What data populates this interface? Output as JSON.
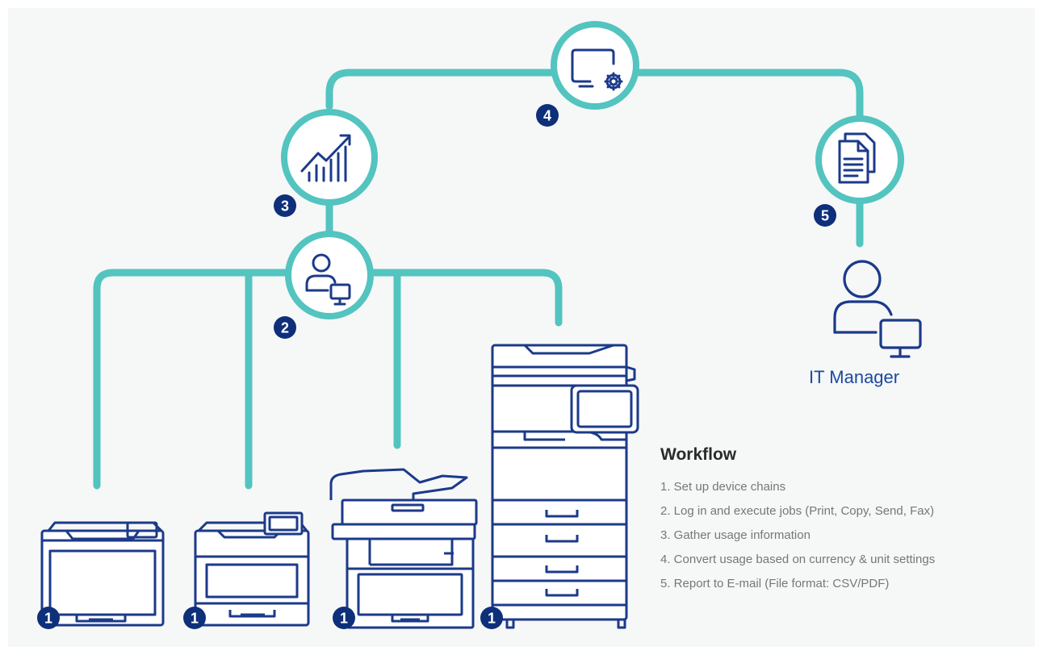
{
  "workflow": {
    "title": "Workflow",
    "steps": [
      "1. Set up device chains",
      "2. Log in and execute jobs (Print, Copy, Send, Fax)",
      "3. Gather usage information",
      "4. Convert usage based on currency & unit settings",
      "5. Report to E-mail (File format: CSV/PDF)"
    ]
  },
  "it_manager": {
    "label": "IT Manager"
  },
  "badges": {
    "device1": "1",
    "device2": "1",
    "device3": "1",
    "device4": "1",
    "user": "2",
    "analytics": "3",
    "settings": "4",
    "report": "5"
  },
  "icons": {
    "analytics": "chart-growth-icon",
    "user": "user-monitor-icon",
    "settings": "monitor-gear-icon",
    "report": "document-icon",
    "manager": "user-monitor-icon"
  },
  "colors": {
    "connector": "#53c4bf",
    "navy": "#1b3a8a",
    "badge": "#0e2f7a",
    "background": "#f6f7f7"
  }
}
